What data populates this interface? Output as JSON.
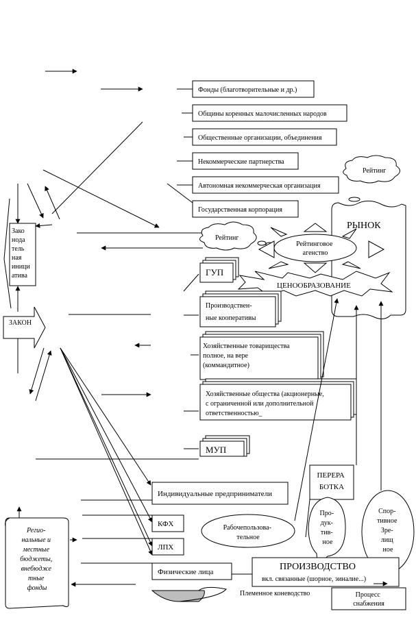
{
  "org_forms": [
    "Фонды (благотворительные и др.)",
    "Общины коренных малочисленных народов",
    "Общественные организации, объединения",
    "Некоммерческие партнерства",
    "Автономная некоммерческая организация",
    "Государственная корпорация"
  ],
  "legislative": [
    "Зако",
    "нода",
    "тель",
    "ная",
    "иници",
    "атива"
  ],
  "law_label": "ЗАКОН",
  "regional_budgets": [
    "Регио-",
    "нальные и",
    "местные",
    "бюджеты,",
    "внебюдже",
    "тные",
    "фонды"
  ],
  "rating_cloud_top": "Рейтинг",
  "rating_cloud_left": "Рейтинг",
  "market": "РЫНОК",
  "rating_agency": [
    "Рейтинговое",
    "агенство"
  ],
  "pricing": "ЦЕНООБРАЗОВАНИЕ",
  "gup": "ГУП",
  "production_coops": [
    "Производствен-",
    "ные кооперативы"
  ],
  "partnerships": [
    "Хозяйственные товарищества",
    "полное, на вере",
    "(коммандитное)"
  ],
  "companies": [
    "Хозяйственные общества (акционерные,",
    "с ограниченной или дополнительной",
    "ответственностью_"
  ],
  "mup": "МУП",
  "processing": [
    "ПЕРЕРА",
    "БОТКА"
  ],
  "individual_entrepreneurs": "Индивидуальные предприниматели",
  "kfh": "КФХ",
  "lph": "ЛПХ",
  "individuals": "Физические лица",
  "work_usage": [
    "Рабочепользова-",
    "тельное"
  ],
  "products": [
    "Про-",
    "дук-",
    "тив-",
    "ное"
  ],
  "sport_show": [
    "Спор-",
    "тивное",
    "Зре-",
    "лищ",
    "ное"
  ],
  "production": "ПРОИЗВОДСТВО",
  "production_sub": "вкл. связанные (шорное, эиналие...)",
  "breeding": "Племенное коневодство",
  "supply": [
    "Процесс",
    "снабжения"
  ]
}
